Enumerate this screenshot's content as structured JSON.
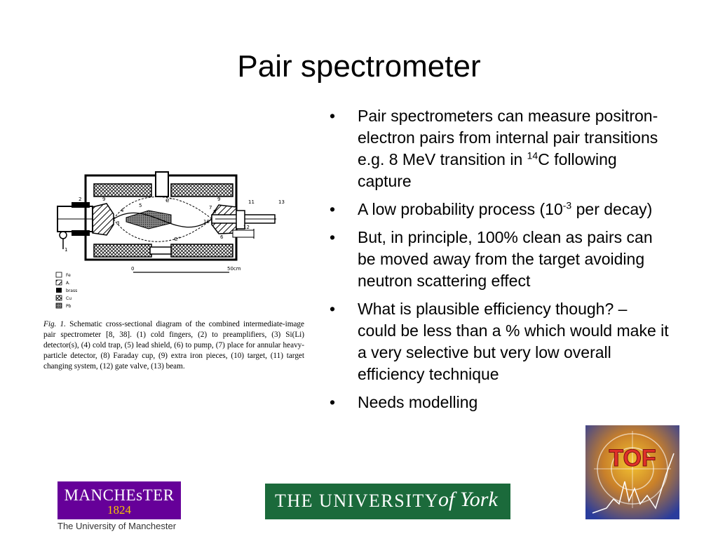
{
  "slide": {
    "title": "Pair spectrometer",
    "bullets": [
      {
        "text": "Pair spectrometers can measure positron-electron pairs from internal pair transitions e.g. 8 MeV transition in ",
        "sup": "14",
        "tail": "C following capture"
      },
      {
        "text": "A low probability process (10",
        "sup": "-3",
        "tail": " per decay)"
      },
      {
        "text": "But, in principle, 100% clean as pairs can be moved away from the target avoiding neutron scattering effect",
        "sup": "",
        "tail": ""
      },
      {
        "text": "What is plausible efficiency though? – could be less than a % which would make it a very selective but very low overall efficiency technique",
        "sup": "",
        "tail": ""
      },
      {
        "text": "Needs modelling",
        "sup": "",
        "tail": ""
      }
    ],
    "bullet_char": "•"
  },
  "figure": {
    "legend": [
      "Fe",
      "A.",
      "brass",
      "Cu",
      "Pb"
    ],
    "scale_start": "0",
    "scale_end": "50cm",
    "labels": [
      "1",
      "2",
      "3",
      "4",
      "5",
      "6",
      "7",
      "8",
      "9",
      "9",
      "10",
      "11",
      "12",
      "13"
    ],
    "electron_label": "e⁻",
    "positron_label": "e⁺",
    "caption_fig": "Fig. 1.",
    "caption_text": " Schematic cross-sectional diagram of the combined intermediate-image pair spectrometer [8, 38]. (1) cold fingers, (2) to preamplifiers, (3) Si(Li) detector(s), (4) cold trap, (5) lead shield, (6) to pump, (7) place for annular heavy-particle detector, (8) Faraday cup, (9) extra iron pieces, (10) target, (11) target changing system, (12) gate valve, (13) beam."
  },
  "logos": {
    "manchester_name": "MANCHEsTER",
    "manchester_year": "1824",
    "manchester_sub": "The University of Manchester",
    "york_name": "THE UNIVERSITY",
    "york_script": "of York",
    "tof": "TOF"
  },
  "colors": {
    "manchester_purple": "#660099",
    "manchester_gold": "#f7c500",
    "york_green": "#1b6a3b",
    "tof_blue": "#2a3c9c",
    "tof_red": "#e0302a",
    "tof_yellow": "#f4c430"
  }
}
